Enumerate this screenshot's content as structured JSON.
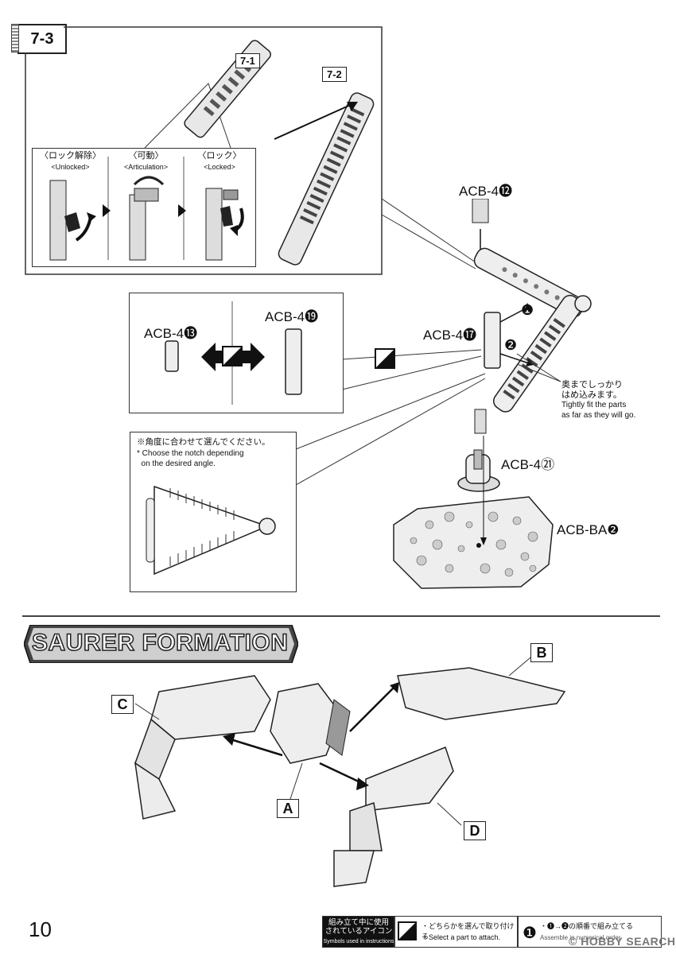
{
  "step": {
    "label": "7-3"
  },
  "parts_top": {
    "ref1": "7-1",
    "ref2": "7-2"
  },
  "lock_panel": {
    "items": [
      {
        "jp": "〈ロック解除〉",
        "en": "<Unlocked>"
      },
      {
        "jp": "〈可動〉",
        "en": "<Articulation>"
      },
      {
        "jp": "〈ロック〉",
        "en": "<Locked>"
      }
    ]
  },
  "choice_panel": {
    "left": "ACB-4⓭",
    "right": "ACB-4⓳"
  },
  "labels": {
    "acb4_12": "ACB-4⓬",
    "acb4_17": "ACB-4⓱",
    "acb4_21": "ACB-4㉑",
    "acb_ba2": "ACB-BA❷",
    "step1": "❶",
    "step2": "❷"
  },
  "fit_note": {
    "jp": "奥までしっかり\nはめ込みます。",
    "en": "Tightly fit the parts\nas far as they will go."
  },
  "notch_note": {
    "jp": "※角度に合わせて選んでください。",
    "en": "* Choose the notch depending\n  on the desired angle."
  },
  "section_title": "SAURER FORMATION",
  "formation": {
    "a": "A",
    "b": "B",
    "c": "C",
    "d": "D"
  },
  "footer": {
    "page": "10",
    "icons_jp": "組み立て中に使用\nされているアイコン",
    "icons_en": "Symbols used in instructions",
    "select_jp": "・どちらかを選んで取り付ける",
    "select_en": "・Select a part to attach.",
    "order_jp": "・❶→❷の順番で組み立てる",
    "order_en": "Assemble in numerical order",
    "watermark": "© HOBBY SEARCH"
  }
}
